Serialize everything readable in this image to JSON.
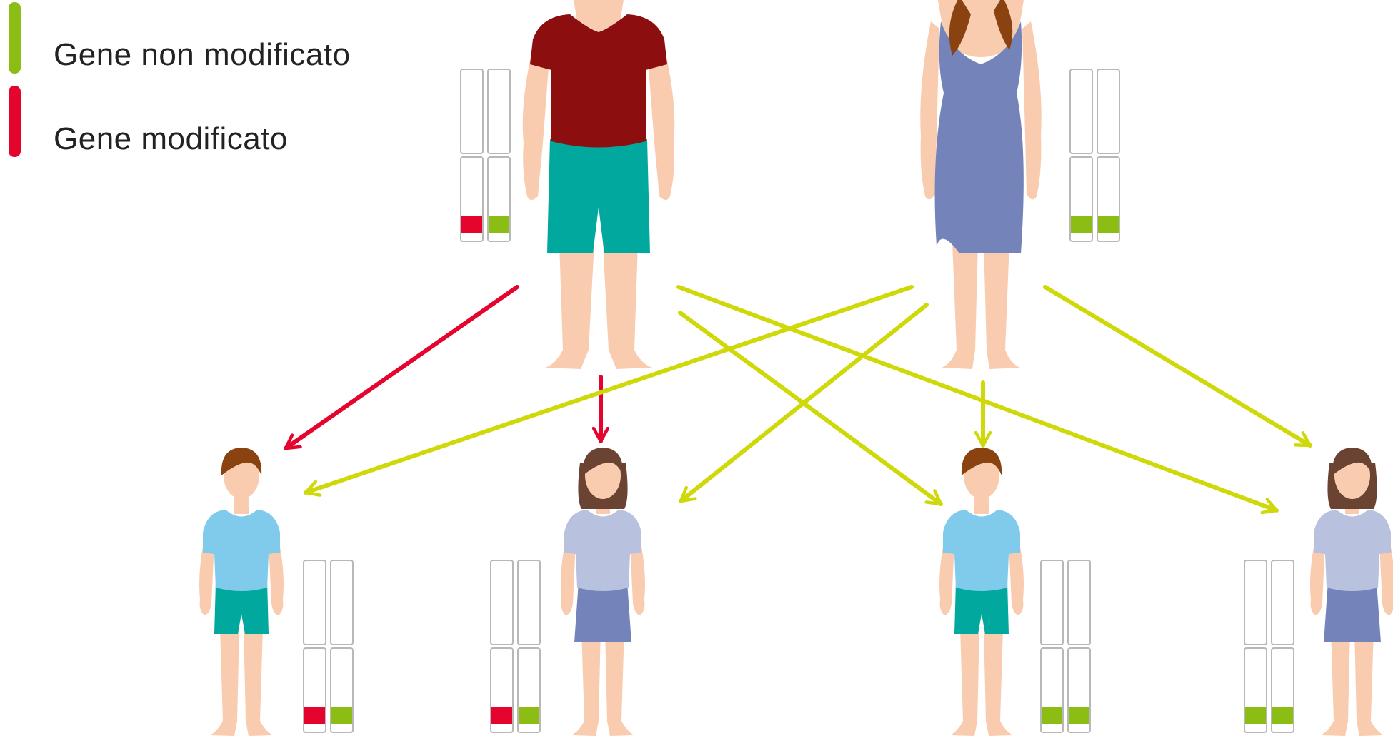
{
  "legend": [
    {
      "label": "Gene non modificato",
      "color": "#8cbd15"
    },
    {
      "label": "Gene modificato",
      "color": "#e4042e"
    }
  ],
  "colors": {
    "modified_arrow": "#e4042e",
    "unmodified_arrow": "#cfd909",
    "skin": "#f9ccb0",
    "father_shirt": "#8c0e0e",
    "father_shorts": "#00a89d",
    "mother_dress": "#7484ba",
    "boy_shirt": "#80cbec",
    "girl_shirt": "#b8c2de",
    "girl_skirt": "#7484ba",
    "hair_dark": "#6b4332",
    "hair_auburn": "#8a4210"
  },
  "parents": [
    {
      "role": "father",
      "genes": [
        "modified",
        "unmodified"
      ]
    },
    {
      "role": "mother",
      "genes": [
        "unmodified",
        "unmodified"
      ]
    }
  ],
  "children": [
    {
      "role": "son",
      "genes": [
        "modified",
        "unmodified"
      ]
    },
    {
      "role": "daughter",
      "genes": [
        "modified",
        "unmodified"
      ]
    },
    {
      "role": "son",
      "genes": [
        "unmodified",
        "unmodified"
      ]
    },
    {
      "role": "daughter",
      "genes": [
        "unmodified",
        "unmodified"
      ]
    }
  ],
  "inheritance_arrows": [
    {
      "from": "father",
      "to_child": 1,
      "gene": "modified"
    },
    {
      "from": "father",
      "to_child": 2,
      "gene": "modified"
    },
    {
      "from": "father",
      "to_child": 3,
      "gene": "unmodified"
    },
    {
      "from": "father",
      "to_child": 4,
      "gene": "unmodified"
    },
    {
      "from": "mother",
      "to_child": 1,
      "gene": "unmodified"
    },
    {
      "from": "mother",
      "to_child": 2,
      "gene": "unmodified"
    },
    {
      "from": "mother",
      "to_child": 3,
      "gene": "unmodified"
    },
    {
      "from": "mother",
      "to_child": 4,
      "gene": "unmodified"
    }
  ]
}
